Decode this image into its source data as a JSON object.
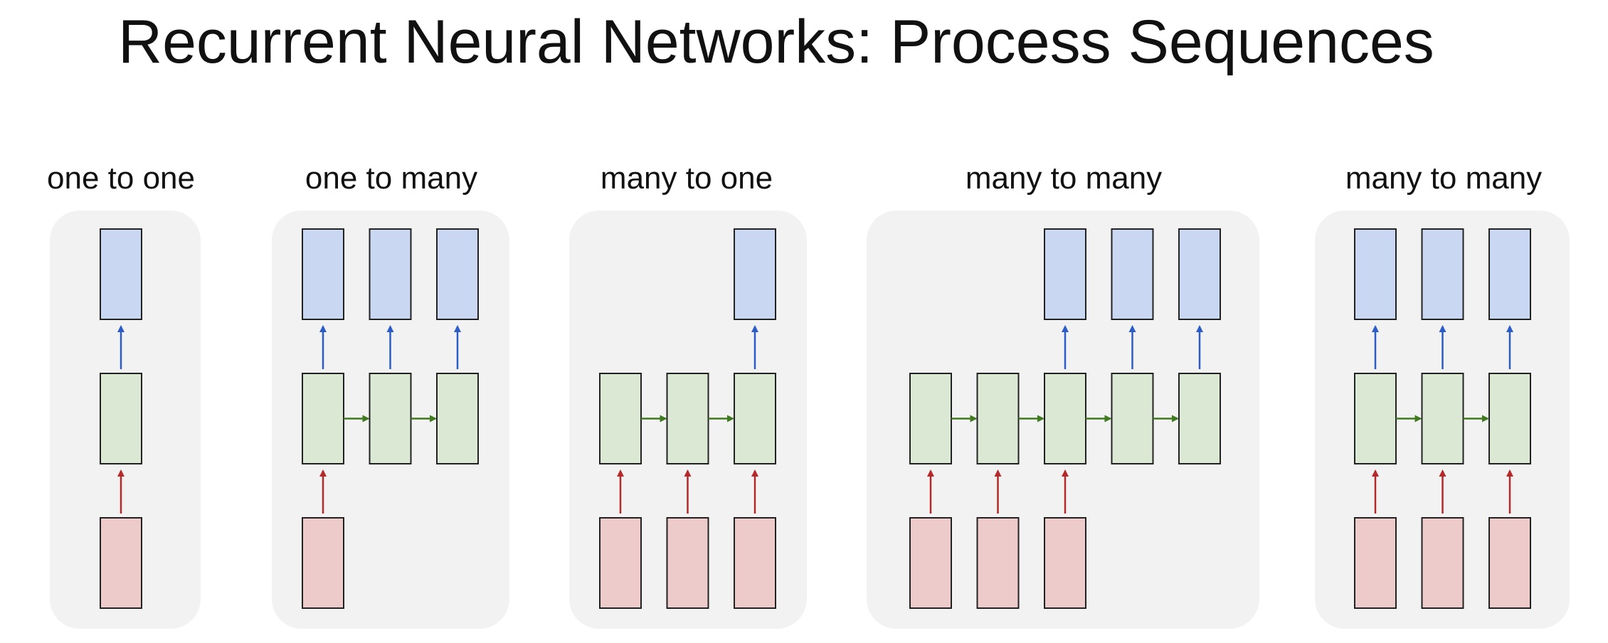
{
  "title": "Recurrent Neural Networks: Process Sequences",
  "colors": {
    "panel_bg": "#f2f2f2",
    "output_box": "#c9d7f2",
    "hidden_box": "#dbe8d4",
    "input_box": "#eecbcb",
    "box_border": "#222222",
    "arrow_output": "#2c5cc5",
    "arrow_recurrent": "#3f7a1e",
    "arrow_input": "#b32a2a"
  },
  "panels": [
    {
      "title": "one to one",
      "steps": 1,
      "inputs": [
        true
      ],
      "outputs": [
        true
      ]
    },
    {
      "title": "one to many",
      "steps": 3,
      "inputs": [
        true,
        false,
        false
      ],
      "outputs": [
        true,
        true,
        true
      ]
    },
    {
      "title": "many to one",
      "steps": 3,
      "inputs": [
        true,
        true,
        true
      ],
      "outputs": [
        false,
        false,
        true
      ]
    },
    {
      "title": "many to many",
      "steps": 5,
      "inputs": [
        true,
        true,
        true,
        false,
        false
      ],
      "outputs": [
        false,
        false,
        true,
        true,
        true
      ]
    },
    {
      "title": "many to many",
      "steps": 3,
      "inputs": [
        true,
        true,
        true
      ],
      "outputs": [
        true,
        true,
        true
      ]
    }
  ]
}
